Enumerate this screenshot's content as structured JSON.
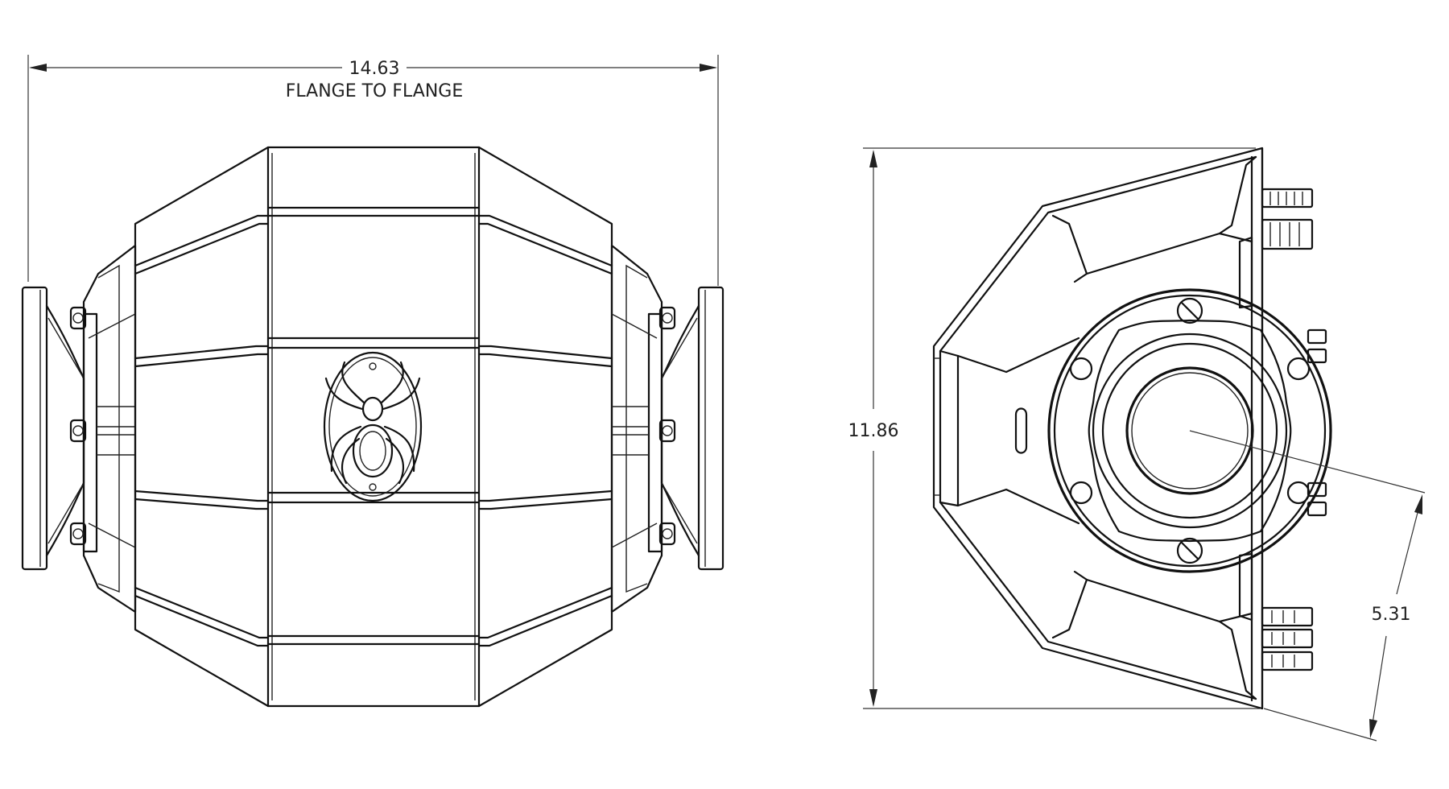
{
  "dimensions": {
    "flange_to_flange": {
      "value": "14.63",
      "label": "FLANGE TO FLANGE"
    },
    "height": {
      "value": "11.86"
    },
    "offset": {
      "value": "5.31"
    }
  },
  "colors": {
    "line": "#111111",
    "background": "#ffffff"
  },
  "icons": {
    "emblem": "spider-icon"
  }
}
